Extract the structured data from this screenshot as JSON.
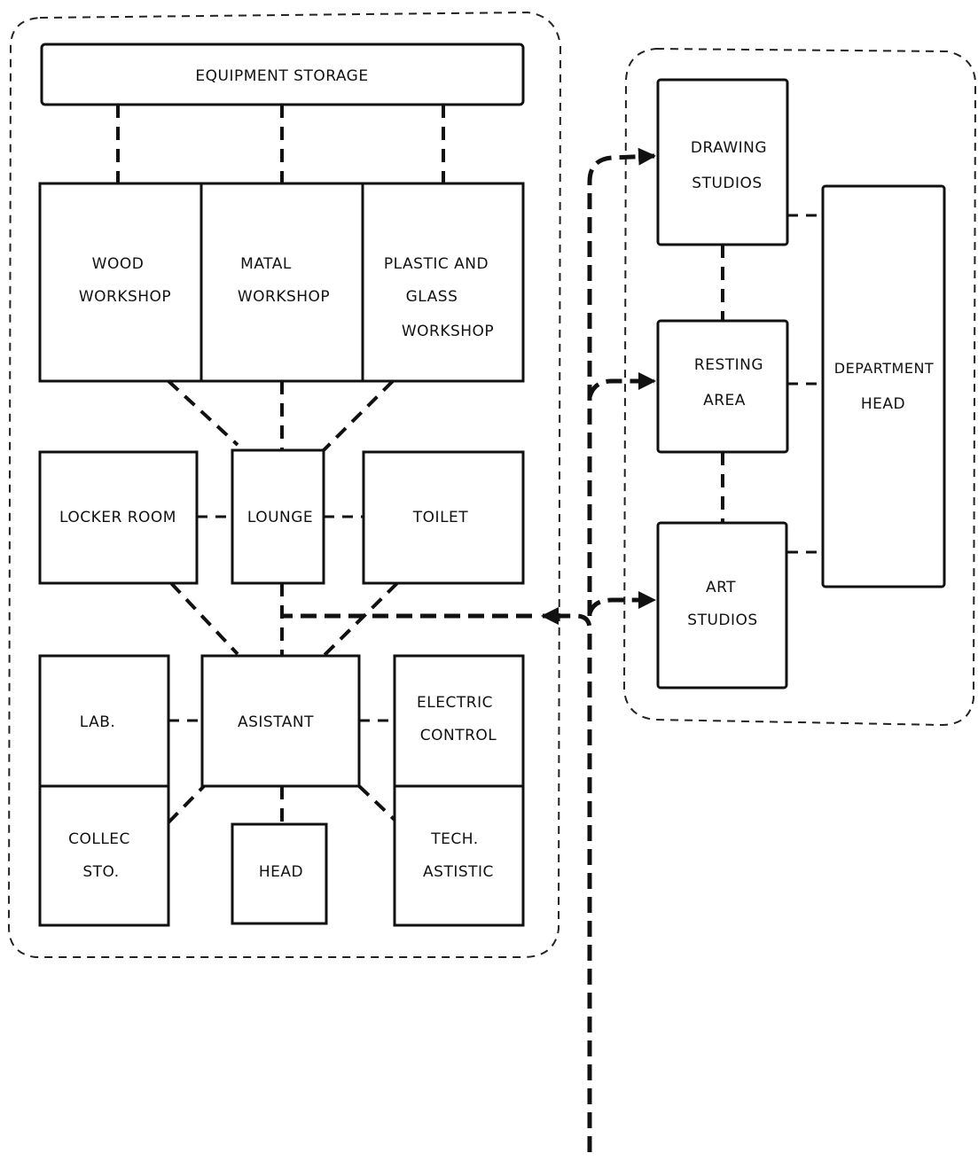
{
  "zones": {
    "workshop": {
      "equipment_storage": "EQUIPMENT  STORAGE",
      "wood": [
        "WOOD",
        "WORKSHOP"
      ],
      "metal": [
        "MATAL",
        "WORKSHOP"
      ],
      "plastic": [
        "PLASTIC  AND",
        "GLASS",
        "WORKSHOP"
      ],
      "locker": "LOCKER  ROOM",
      "lounge": "LOUNGE",
      "toilet": "TOILET",
      "lab": "LAB.",
      "assistant": "ASISTANT",
      "electric": [
        "ELECTRIC",
        "CONTROL"
      ],
      "collec": [
        "COLLEC",
        "STO."
      ],
      "head": "HEAD",
      "tech": [
        "TECH.",
        "ASTISTIC"
      ]
    },
    "studio": {
      "drawing": [
        "DRAWING",
        "STUDIOS"
      ],
      "resting": [
        "RESTING",
        "AREA"
      ],
      "art": [
        "ART",
        "STUDIOS"
      ],
      "department": [
        "DEPARTMENT",
        "HEAD"
      ]
    }
  },
  "colors": {
    "ink": "#111111",
    "paper": "#ffffff"
  }
}
